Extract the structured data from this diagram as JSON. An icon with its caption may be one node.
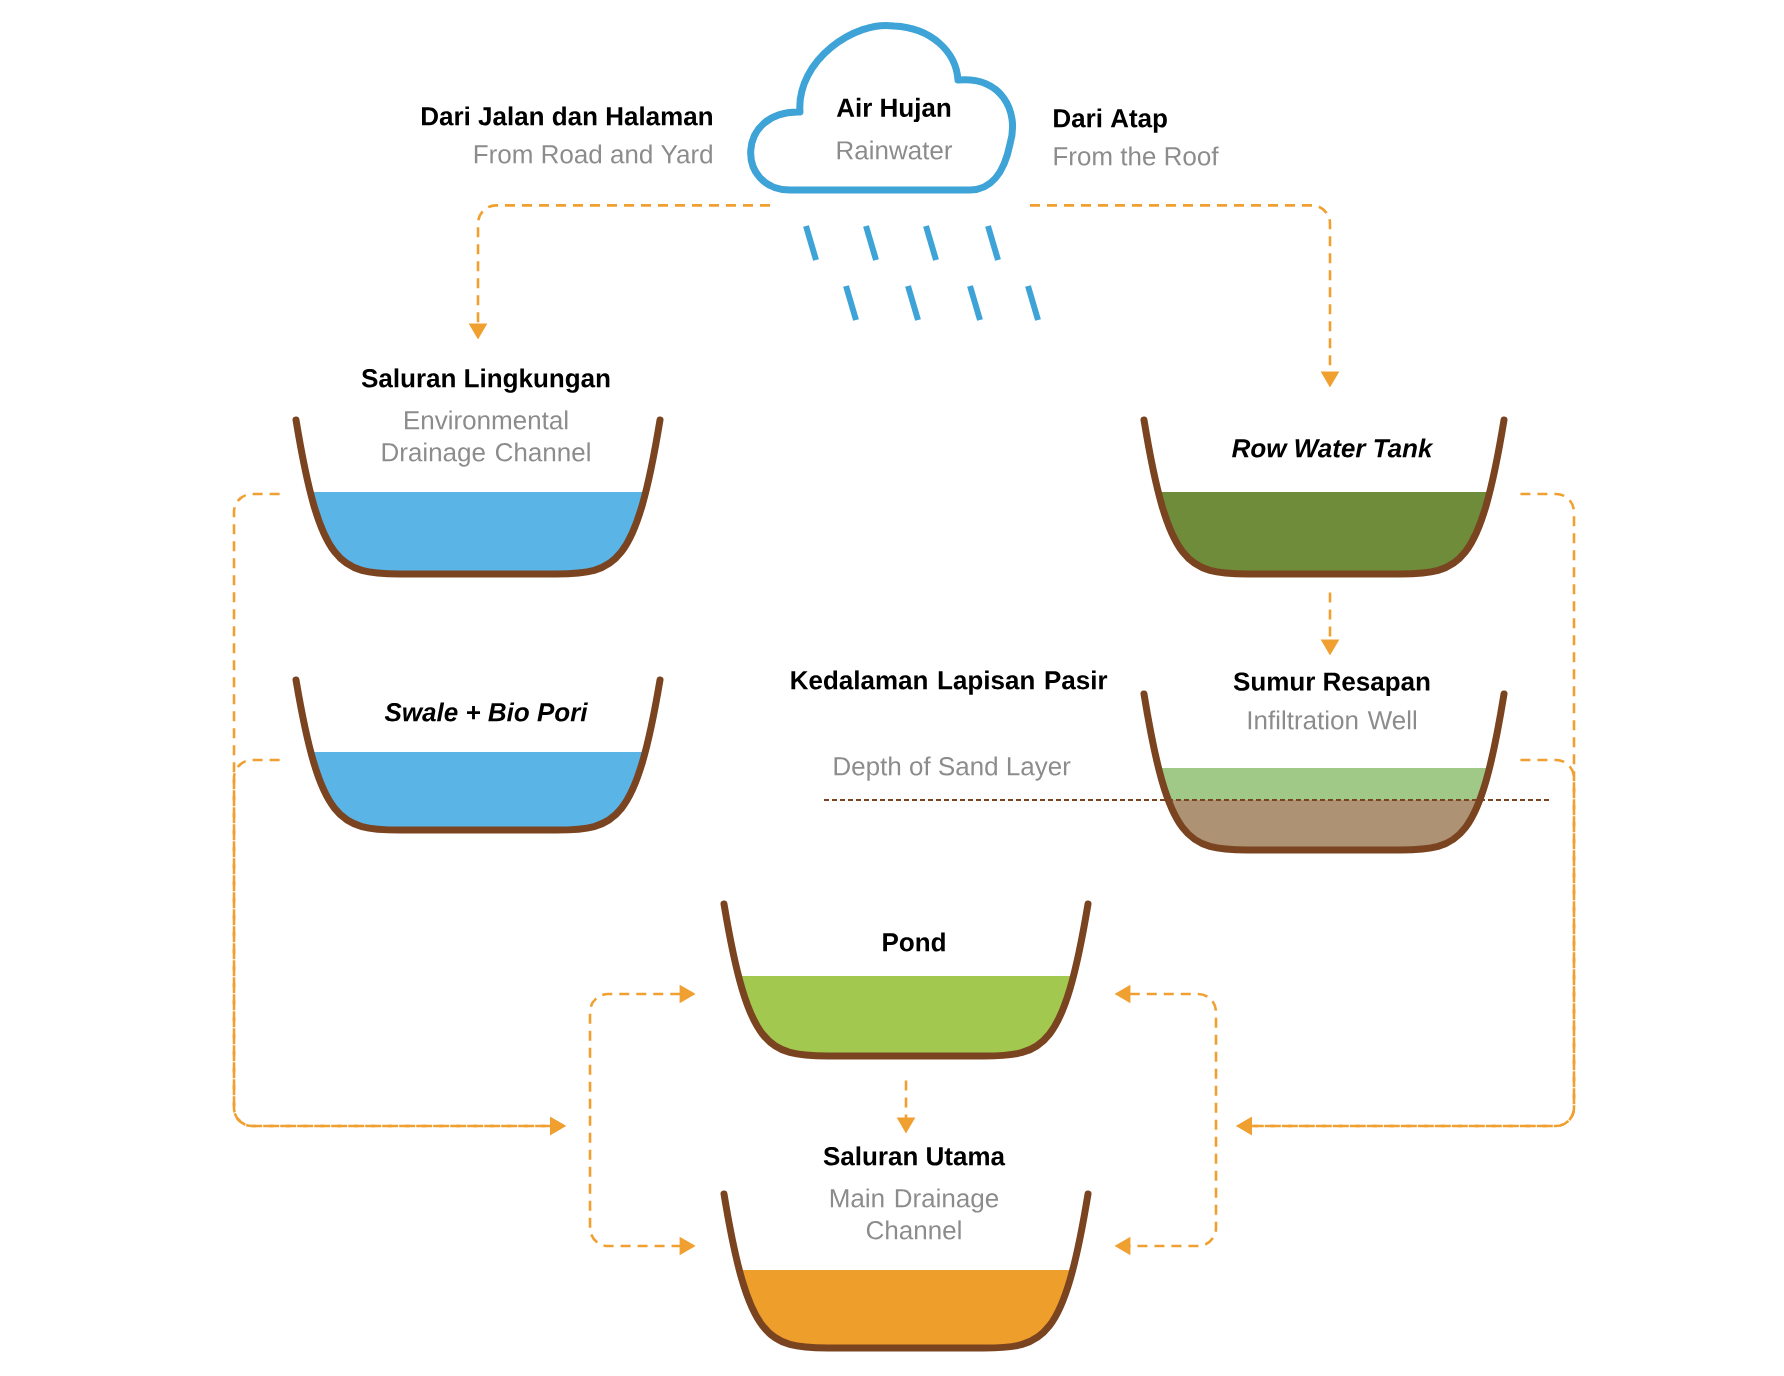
{
  "diagram": {
    "nodes": [
      {
        "text": [
          "Air Hujan",
          "Rainwater"
        ]
      },
      {
        "text": [
          "Saluran Lingkungan",
          "Environmental Drainage Channel"
        ]
      },
      {
        "text": [
          "Swale + Bio Pori"
        ]
      },
      {
        "text": [
          "Row Water Tank"
        ]
      },
      {
        "text": [
          "Sumur Resapan",
          "Infiltration Well"
        ]
      },
      {
        "text": [
          "Pond"
        ]
      },
      {
        "text": [
          "Saluran Utama",
          "Main Drainage Channel"
        ]
      }
    ],
    "edges": [
      {
        "from": 0,
        "to": 1,
        "arrow": "to"
      },
      {
        "from": 0,
        "to": 3,
        "arrow": "to"
      },
      {
        "from": 1,
        "to": null,
        "arrow": "to"
      },
      {
        "from": 2,
        "to": null,
        "arrow": "to"
      },
      {
        "from": 3,
        "to": 4,
        "arrow": "to"
      },
      {
        "from": 3,
        "to": null,
        "arrow": "to"
      },
      {
        "from": 4,
        "to": null,
        "arrow": "to"
      },
      {
        "from": 5,
        "to": 6,
        "arrow": "to"
      },
      {
        "from": 5,
        "to": 6,
        "arrow": "both"
      },
      {
        "from": 5,
        "to": 6,
        "arrow": "both"
      }
    ],
    "labels": [
      "Dari Jalan dan Halaman",
      "From Road and Yard",
      "Dari Atap",
      "From the Roof",
      "Kedalaman Lapisan Pasir",
      "Depth of Sand Layer"
    ]
  }
}
